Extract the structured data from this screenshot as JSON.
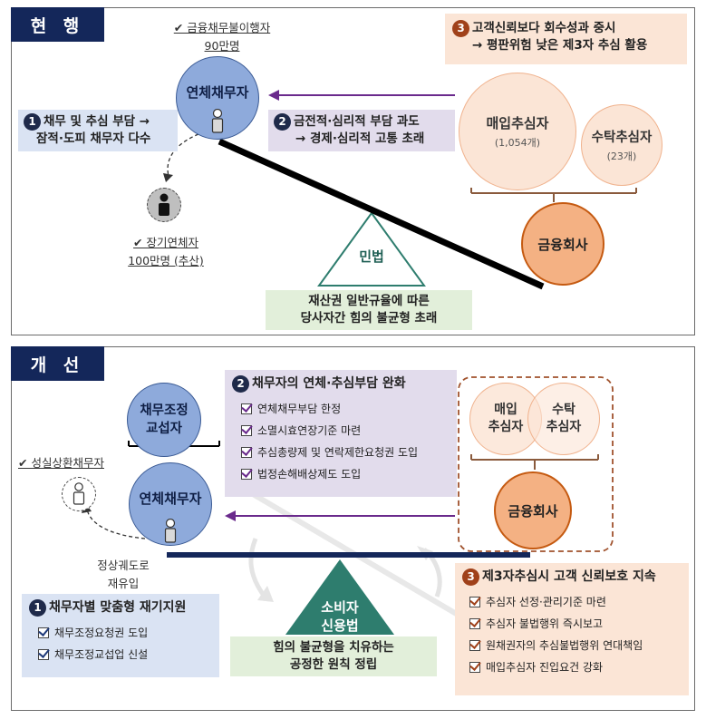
{
  "current": {
    "header": "현 행",
    "debtor_count_label": "✔ 금융채무불이행자",
    "debtor_count_value": "90만명",
    "debtor_circle": "연체채무자",
    "point1_num": "1",
    "point1_line1": "채무 및 추심 부담 →",
    "point1_line2": "잠적·도피 채무자 다수",
    "point2_num": "2",
    "point2_line1": "금전적·심리적 부담 과도",
    "point2_line2": "→ 경제·심리적 고통 초래",
    "point3_num": "3",
    "point3_line1": "고객신뢰보다 회수성과 중시",
    "point3_line2": "→ 평판위험 낮은 제3자 추심 활용",
    "purchase_collector": "매입추심자",
    "purchase_count": "(1,054개)",
    "consign_collector": "수탁추심자",
    "consign_count": "(23개)",
    "financial_company": "금융회사",
    "long_term_label": "✔ 장기연체자",
    "long_term_value": "100만명 (추산)",
    "law": "민법",
    "law_note_line1": "재산권 일반규율에 따른",
    "law_note_line2": "당사자간 힘의 불균형 초래"
  },
  "improved": {
    "header": "개 선",
    "negotiator": "채무조정 교섭자",
    "negotiator_line1": "채무조정",
    "negotiator_line2": "교섭자",
    "debtor_circle": "연체채무자",
    "honest_label": "✔ 성실상환채무자",
    "reentry_line1": "정상궤도로",
    "reentry_line2": "재유입",
    "point1_num": "1",
    "point1_title": "채무자별 맞춤형 재기지원",
    "point1_items": [
      "채무조정요청권 도입",
      "채무조정교섭업 신설"
    ],
    "point2_num": "2",
    "point2_title": "채무자의 연체·추심부담 완화",
    "point2_items": [
      "연체채무부담 한정",
      "소멸시효연장기준 마련",
      "추심총량제 및 연락제한요청권 도입",
      "법정손해배상제도 도입"
    ],
    "point3_num": "3",
    "point3_title": "제3자추심시 고객 신뢰보호 지속",
    "point3_items": [
      "추심자 선정·관리기준 마련",
      "추심자 불법행위 즉시보고",
      "원채권자의 추심불법행위 연대책임",
      "매입추심자 진입요건 강화"
    ],
    "purchase_line1": "매입",
    "purchase_line2": "추심자",
    "consign_line1": "수탁",
    "consign_line2": "추심자",
    "financial_company": "금융회사",
    "law_line1": "소비자",
    "law_line2": "신용법",
    "law_note_line1": "힘의 불균형을 치유하는",
    "law_note_line2": "공정한 원칙 정립"
  },
  "colors": {
    "header_bg": "#14275a",
    "debtor_blue": "#8eaadb",
    "collector_peach": "#fbe5d6",
    "company_orange": "#f4b183",
    "law_green": "#2e7d6e",
    "arrow_purple": "#6a2a8c"
  }
}
